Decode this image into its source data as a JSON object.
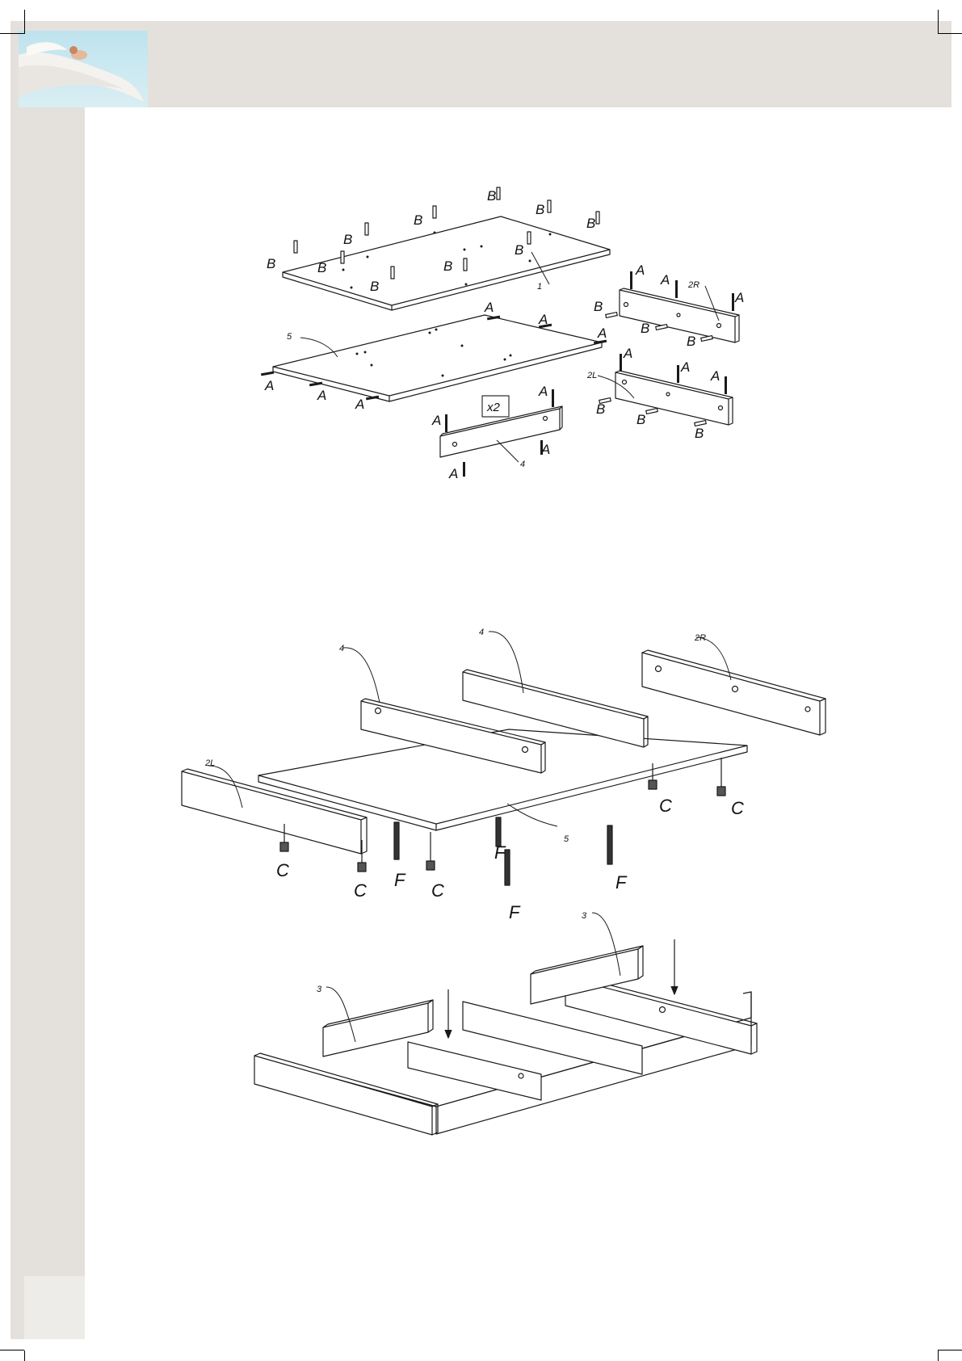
{
  "fasteners": {
    "a": "A",
    "b": "B",
    "c": "C",
    "f": "F"
  },
  "parts": {
    "top_panel": "1",
    "bottom_panel": "5",
    "rail": "4",
    "end_right": "2R",
    "end_left": "2L",
    "brace": "3"
  },
  "quantity_note": "x2"
}
